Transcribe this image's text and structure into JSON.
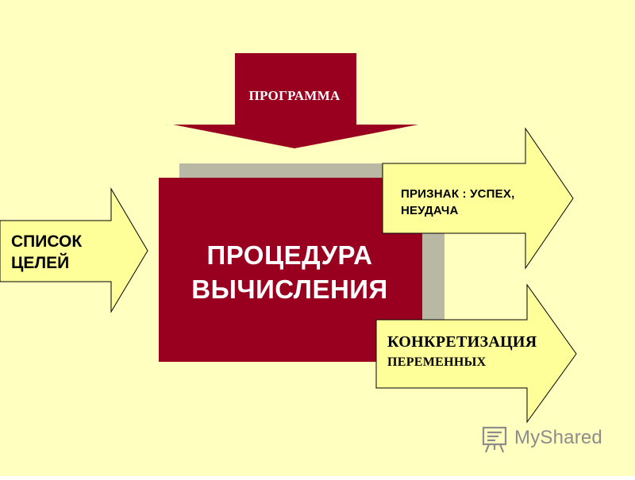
{
  "diagram": {
    "program_label": "ПРОГРАММА",
    "sign_label": "ПРИЗНАК : УСПЕХ,\n НЕУДАЧА",
    "goals_label": "СПИСОК\nЦЕЛЕЙ",
    "procedure_label": "ПРОЦЕДУРА\nВЫЧИСЛЕНИЯ",
    "concretization_title": "КОНКРЕТИЗАЦИЯ",
    "concretization_subtitle": "ПЕРЕМЕННЫХ"
  },
  "watermark": {
    "text": "MyShared",
    "icon": "presentation-board-icon"
  },
  "colors": {
    "background": "#FFFFC0",
    "maroon": "#99001F",
    "arrow_fill": "#FFFF99",
    "shadow": "#B8B8A4",
    "stroke": "#000000",
    "watermark": "#8C8C8C"
  }
}
